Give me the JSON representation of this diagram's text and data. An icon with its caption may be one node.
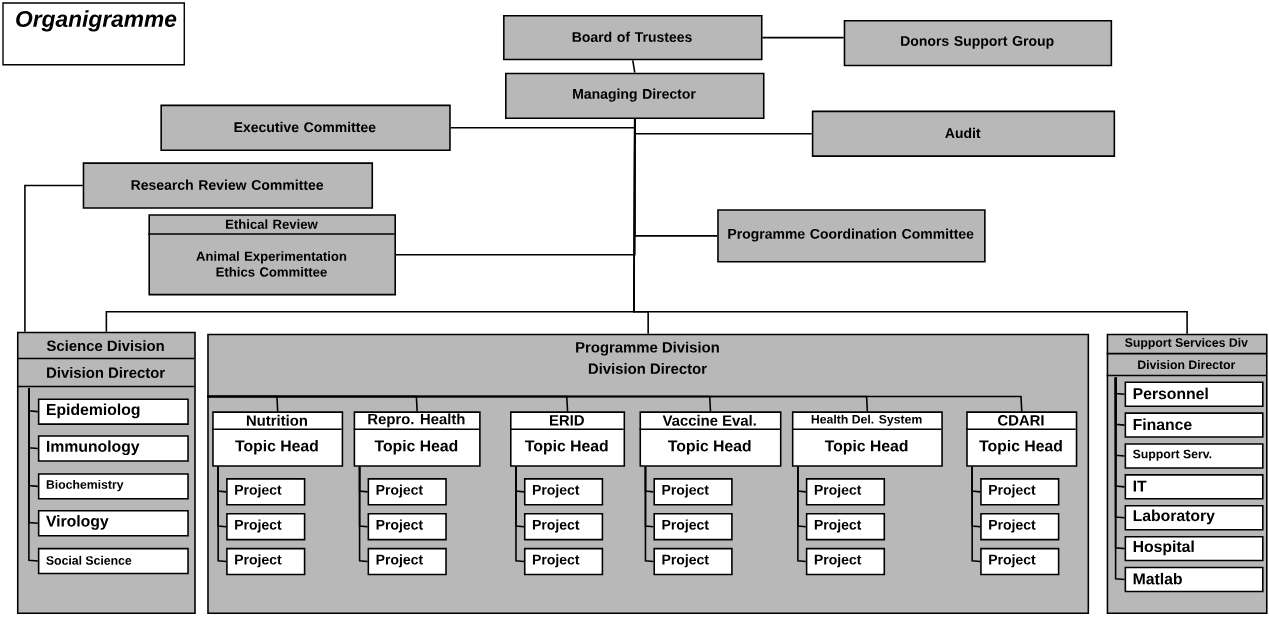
{
  "diagram": {
    "title": "Organigramme",
    "nodes": [
      {
        "text": [
          "Board of Trustees"
        ]
      },
      {
        "text": [
          "Donors Support Group"
        ]
      },
      {
        "text": [
          "Managing Director"
        ]
      },
      {
        "text": [
          "Executive Committee"
        ]
      },
      {
        "text": [
          "Audit"
        ]
      },
      {
        "text": [
          "Research Review Committee"
        ]
      },
      {
        "text": [
          "Ethical Review",
          "Animal Experimentation Ethics Committee"
        ]
      },
      {
        "text": [
          "Programme Coordination Committee"
        ]
      },
      {
        "text": [
          "Science Division",
          "Division Director"
        ]
      },
      {
        "text": [
          "Epidemiolog"
        ],
        "in": 8
      },
      {
        "text": [
          "Immunology"
        ],
        "in": 8
      },
      {
        "text": [
          "Biochemistry"
        ],
        "in": 8
      },
      {
        "text": [
          "Virology"
        ],
        "in": 8
      },
      {
        "text": [
          "Social Science"
        ],
        "in": 8
      },
      {
        "text": [
          "Programme Division",
          "Division Director"
        ]
      },
      {
        "text": [
          "Nutrition",
          "Topic Head"
        ],
        "in": 14
      },
      {
        "text": [
          "Project"
        ],
        "in": 14
      },
      {
        "text": [
          "Project"
        ],
        "in": 14
      },
      {
        "text": [
          "Project"
        ],
        "in": 14
      },
      {
        "text": [
          "Repro. Health",
          "Topic Head"
        ],
        "in": 14
      },
      {
        "text": [
          "Project"
        ],
        "in": 14
      },
      {
        "text": [
          "Project"
        ],
        "in": 14
      },
      {
        "text": [
          "Project"
        ],
        "in": 14
      },
      {
        "text": [
          "ERID",
          "Topic Head"
        ],
        "in": 14
      },
      {
        "text": [
          "Project"
        ],
        "in": 14
      },
      {
        "text": [
          "Project"
        ],
        "in": 14
      },
      {
        "text": [
          "Project"
        ],
        "in": 14
      },
      {
        "text": [
          "Vaccine Eval.",
          "Topic Head"
        ],
        "in": 14
      },
      {
        "text": [
          "Project"
        ],
        "in": 14
      },
      {
        "text": [
          "Project"
        ],
        "in": 14
      },
      {
        "text": [
          "Project"
        ],
        "in": 14
      },
      {
        "text": [
          "Health Del. System",
          "Topic Head"
        ],
        "in": 14
      },
      {
        "text": [
          "Project"
        ],
        "in": 14
      },
      {
        "text": [
          "Project"
        ],
        "in": 14
      },
      {
        "text": [
          "Project"
        ],
        "in": 14
      },
      {
        "text": [
          "CDARI",
          "Topic Head"
        ],
        "in": 14
      },
      {
        "text": [
          "Project"
        ],
        "in": 14
      },
      {
        "text": [
          "Project"
        ],
        "in": 14
      },
      {
        "text": [
          "Project"
        ],
        "in": 14
      },
      {
        "text": [
          "Support Services Div",
          "Division Director"
        ]
      },
      {
        "text": [
          "Personnel"
        ],
        "in": 39
      },
      {
        "text": [
          "Finance"
        ],
        "in": 39
      },
      {
        "text": [
          "Support Serv."
        ],
        "in": 39
      },
      {
        "text": [
          "IT"
        ],
        "in": 39
      },
      {
        "text": [
          "Laboratory"
        ],
        "in": 39
      },
      {
        "text": [
          "Hospital"
        ],
        "in": 39
      },
      {
        "text": [
          "Matlab"
        ],
        "in": 39
      }
    ],
    "edges": [
      {
        "from": 0,
        "to": 1,
        "arrow": "none"
      },
      {
        "from": 0,
        "to": 2,
        "arrow": "none"
      },
      {
        "from": 2,
        "to": 3,
        "arrow": "none"
      },
      {
        "from": 2,
        "to": 4,
        "arrow": "none"
      },
      {
        "from": 2,
        "to": 6,
        "arrow": "none"
      },
      {
        "from": 2,
        "to": 7,
        "arrow": "none"
      },
      {
        "from": 2,
        "to": 8,
        "arrow": "none"
      },
      {
        "from": 2,
        "to": 14,
        "arrow": "none"
      },
      {
        "from": 2,
        "to": 39,
        "arrow": "none"
      },
      {
        "from": 5,
        "to": 8,
        "arrow": "none"
      },
      {
        "from": 8,
        "to": 9,
        "arrow": "none"
      },
      {
        "from": 8,
        "to": 10,
        "arrow": "none"
      },
      {
        "from": 8,
        "to": 11,
        "arrow": "none"
      },
      {
        "from": 8,
        "to": 12,
        "arrow": "none"
      },
      {
        "from": 8,
        "to": 13,
        "arrow": "none"
      },
      {
        "from": 14,
        "to": 15,
        "arrow": "none"
      },
      {
        "from": 14,
        "to": 19,
        "arrow": "none"
      },
      {
        "from": 14,
        "to": 23,
        "arrow": "none"
      },
      {
        "from": 14,
        "to": 27,
        "arrow": "none"
      },
      {
        "from": 14,
        "to": 31,
        "arrow": "none"
      },
      {
        "from": 14,
        "to": 35,
        "arrow": "none"
      },
      {
        "from": 15,
        "to": 16,
        "arrow": "none"
      },
      {
        "from": 15,
        "to": 17,
        "arrow": "none"
      },
      {
        "from": 15,
        "to": 18,
        "arrow": "none"
      },
      {
        "from": 19,
        "to": 20,
        "arrow": "none"
      },
      {
        "from": 19,
        "to": 21,
        "arrow": "none"
      },
      {
        "from": 19,
        "to": 22,
        "arrow": "none"
      },
      {
        "from": 23,
        "to": 24,
        "arrow": "none"
      },
      {
        "from": 23,
        "to": 25,
        "arrow": "none"
      },
      {
        "from": 23,
        "to": 26,
        "arrow": "none"
      },
      {
        "from": 27,
        "to": 28,
        "arrow": "none"
      },
      {
        "from": 27,
        "to": 29,
        "arrow": "none"
      },
      {
        "from": 27,
        "to": 30,
        "arrow": "none"
      },
      {
        "from": 31,
        "to": 32,
        "arrow": "none"
      },
      {
        "from": 31,
        "to": 33,
        "arrow": "none"
      },
      {
        "from": 31,
        "to": 34,
        "arrow": "none"
      },
      {
        "from": 35,
        "to": 36,
        "arrow": "none"
      },
      {
        "from": 35,
        "to": 37,
        "arrow": "none"
      },
      {
        "from": 35,
        "to": 38,
        "arrow": "none"
      },
      {
        "from": 39,
        "to": 40,
        "arrow": "none"
      },
      {
        "from": 39,
        "to": 41,
        "arrow": "none"
      },
      {
        "from": 39,
        "to": 42,
        "arrow": "none"
      },
      {
        "from": 39,
        "to": 43,
        "arrow": "none"
      },
      {
        "from": 39,
        "to": 44,
        "arrow": "none"
      },
      {
        "from": 39,
        "to": 45,
        "arrow": "none"
      },
      {
        "from": 39,
        "to": 46,
        "arrow": "none"
      }
    ]
  }
}
